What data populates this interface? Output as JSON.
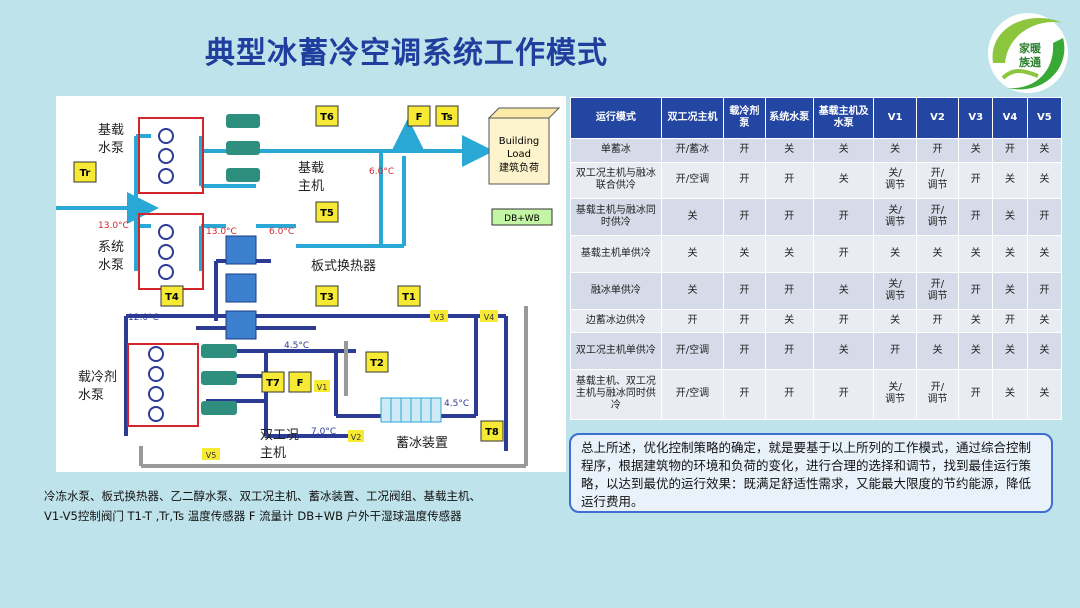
{
  "title": "典型冰蓄冷空调系统工作模式",
  "logo": {
    "line1": "家暖",
    "line2": "族通"
  },
  "diagram": {
    "labels": {
      "base_pump": "基载\n水泵",
      "system_pump": "系统\n水泵",
      "glycol_pump": "载冷剂\n水泵",
      "base_chiller": "基载\n主机",
      "plate_hx": "板式换热器",
      "dual_chiller": "双工况\n主机",
      "ice_storage": "蓄冰装置",
      "building_load": "Building\nLoad\n建筑负荷",
      "dbwb": "DB+WB"
    },
    "sensors": [
      "Tr",
      "T6",
      "F",
      "Ts",
      "T5",
      "T4",
      "T3",
      "T1",
      "T2",
      "T7",
      "F",
      "T8"
    ],
    "valves": [
      "V1",
      "V2",
      "V3",
      "V4",
      "V5"
    ],
    "temps": {
      "t13a": "13.0°C",
      "t13b": "13.0°C",
      "t6a": "6.0°C",
      "t6b": "6.0°C",
      "t12": "12.0°C",
      "t45a": "4.5°C",
      "t45b": "4.5°C",
      "t7": "7.0°C"
    }
  },
  "caption": {
    "line1": "冷冻水泵、板式换热器、乙二醇水泵、双工况主机、蓄冰装置、工况阀组、基载主机、",
    "line2": "V1-V5控制阀门 T1-T ,Tr,Ts 温度传感器 F 流量计 DB+WB 户外干湿球温度传感器"
  },
  "table": {
    "headers": [
      "运行模式",
      "双工况主机",
      "载冷剂泵",
      "系统水泵",
      "基载主机及水泵",
      "V1",
      "V2",
      "V3",
      "V4",
      "V5"
    ],
    "rows": [
      [
        "单蓄冰",
        "开/蓄冰",
        "开",
        "关",
        "关",
        "关",
        "开",
        "关",
        "开",
        "关"
      ],
      [
        "双工况主机与融冰联合供冷",
        "开/空调",
        "开",
        "开",
        "关",
        "关/\n调节",
        "开/\n调节",
        "开",
        "关",
        "关"
      ],
      [
        "基载主机与融冰同时供冷",
        "关",
        "开",
        "开",
        "开",
        "关/\n调节",
        "开/\n调节",
        "开",
        "关",
        "开"
      ],
      [
        "基载主机单供冷",
        "关",
        "关",
        "关",
        "开",
        "关",
        "关",
        "关",
        "关",
        "关"
      ],
      [
        "融冰单供冷",
        "关",
        "开",
        "开",
        "关",
        "关/\n调节",
        "开/\n调节",
        "开",
        "关",
        "开"
      ],
      [
        "边蓄冰边供冷",
        "开",
        "开",
        "关",
        "开",
        "关",
        "开",
        "关",
        "开",
        "关"
      ],
      [
        "双工况主机单供冷",
        "开/空调",
        "开",
        "开",
        "关",
        "开",
        "关",
        "关",
        "关",
        "关"
      ],
      [
        "基载主机、双工况主机与融冰同时供冷",
        "开/空调",
        "开",
        "开",
        "开",
        "关/\n调节",
        "开/\n调节",
        "开",
        "关",
        "关"
      ]
    ]
  },
  "summary": "总上所述，优化控制策略的确定，就是要基于以上所列的工作模式，通过综合控制程序，根据建筑物的环境和负荷的变化，进行合理的选择和调节，找到最佳运行策略，以达到最优的运行效果：既满足舒适性需求，又能最大限度的节约能源，降低运行费用。"
}
